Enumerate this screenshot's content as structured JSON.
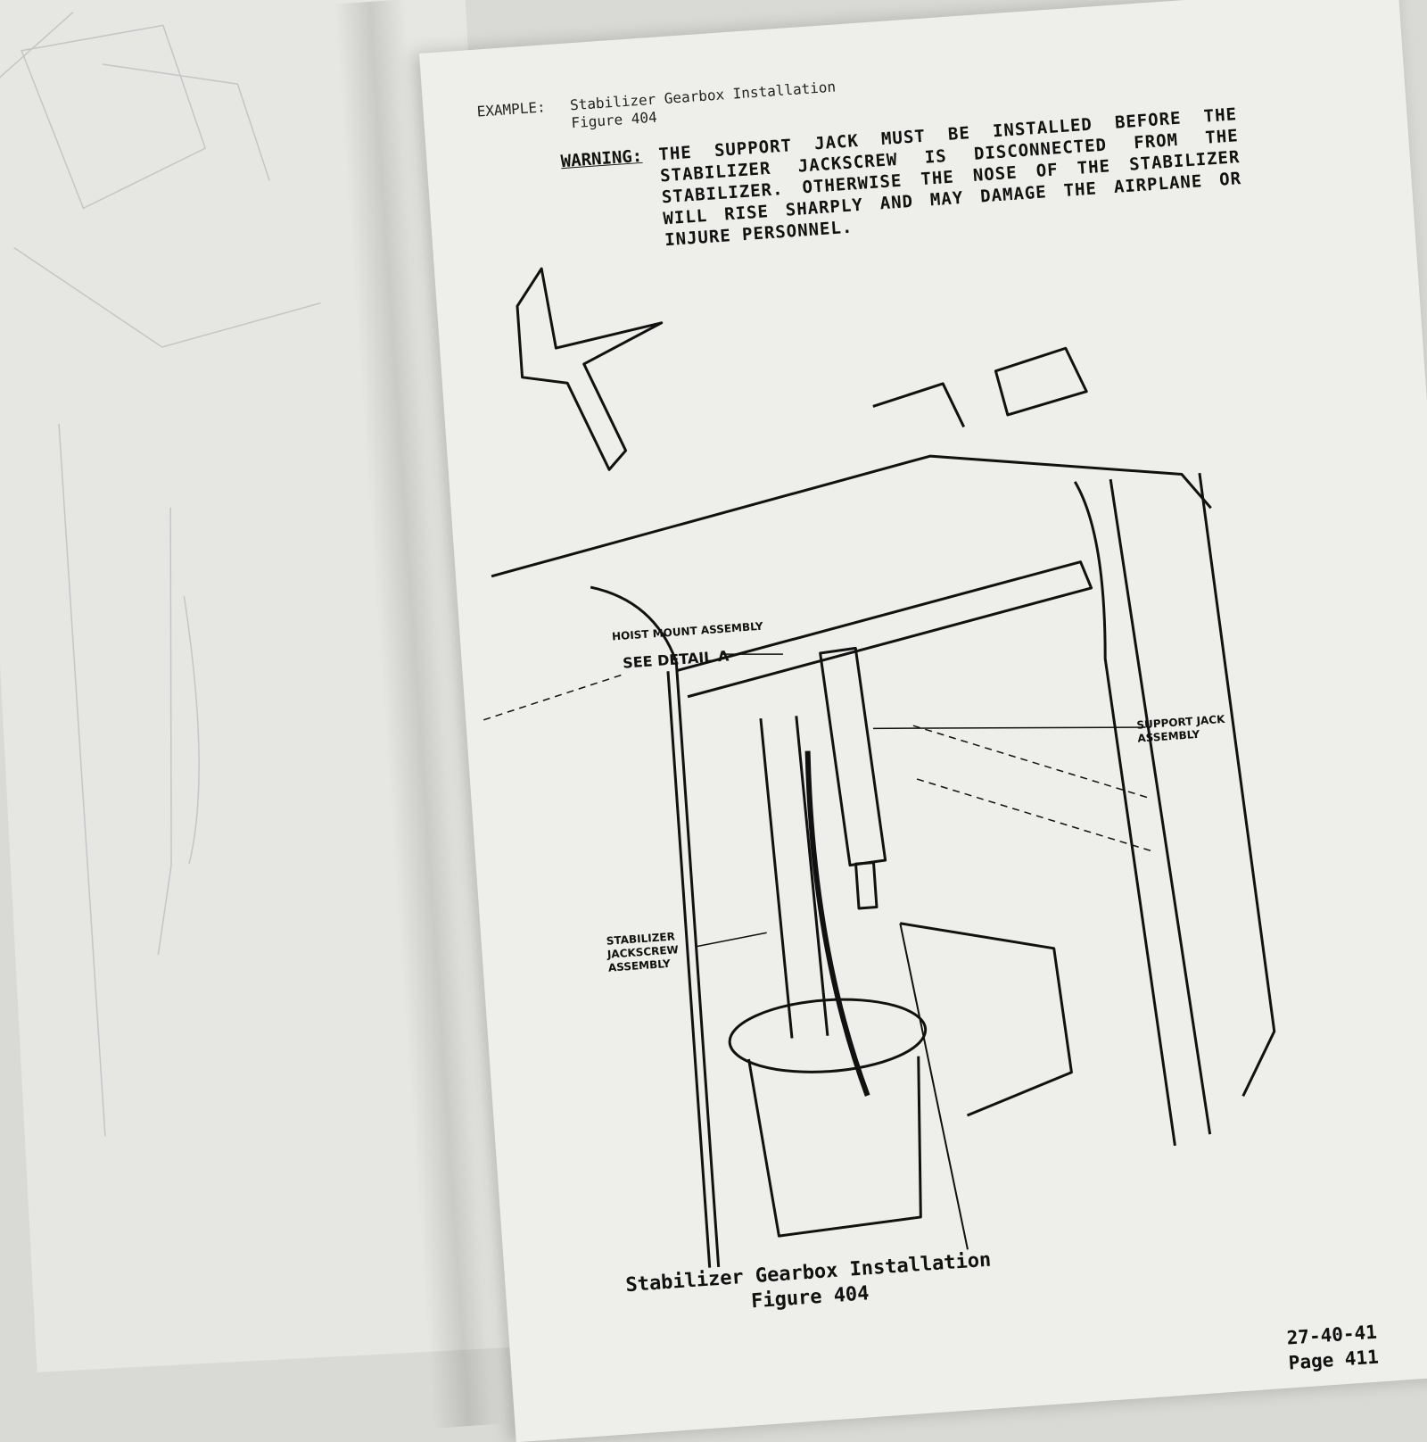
{
  "document": {
    "example_label": "EXAMPLE:",
    "example_title": "Stabilizer Gearbox Installation",
    "example_figure": "Figure 404",
    "warning_label": "WARNING:",
    "warning_text": "THE SUPPORT JACK MUST BE INSTALLED BEFORE THE STABILIZER JACKSCREW IS DISCONNECTED FROM THE STABILIZER. OTHERWISE THE NOSE OF THE STABILIZER WILL RISE SHARPLY AND MAY DAMAGE THE AIRPLANE OR INJURE PERSONNEL.",
    "callouts": {
      "hoist_mount": "HOIST MOUNT ASSEMBLY",
      "see_detail": "SEE DETAIL A",
      "support_jack": "SUPPORT JACK ASSEMBLY",
      "jackscrew": "STABILIZER JACKSCREW ASSEMBLY"
    },
    "caption_title": "Stabilizer Gearbox Installation",
    "caption_figure": "Figure 404",
    "section_number": "27-40-41",
    "page_number": "Page 411"
  }
}
